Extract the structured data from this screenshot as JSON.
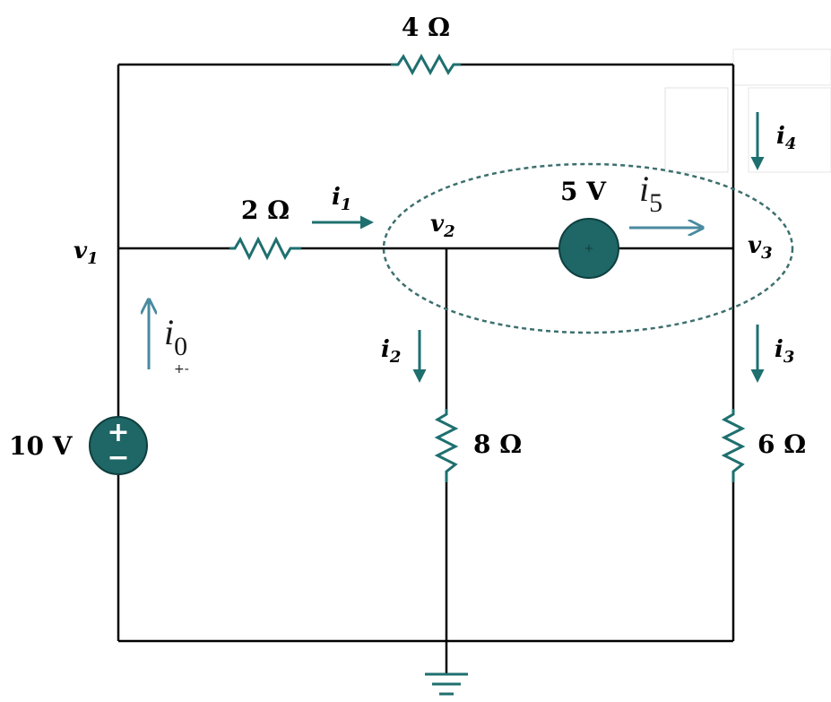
{
  "colors": {
    "source_fill": "#1f6666",
    "resistor": "#1f6f6f",
    "arrow": "#1f6f6f",
    "arrow_light": "#4a8aa0",
    "supernode": "#3d6f6f"
  },
  "resistors": {
    "r_top": "4 Ω",
    "r_left": "2 Ω",
    "r_mid": "8 Ω",
    "r_right": "6 Ω"
  },
  "sources": {
    "v_left": "10 V",
    "v_left_plus": "+",
    "v_left_minus": "−",
    "v_mid": "5 V"
  },
  "nodes": {
    "n1": {
      "base": "v",
      "sub": "1"
    },
    "n2": {
      "base": "v",
      "sub": "2"
    },
    "n3": {
      "base": "v",
      "sub": "3"
    }
  },
  "currents": {
    "i0": {
      "base": "i",
      "sub": "0",
      "mark": "+-"
    },
    "i1": {
      "base": "i",
      "sub": "1"
    },
    "i2": {
      "base": "i",
      "sub": "2"
    },
    "i3": {
      "base": "i",
      "sub": "3"
    },
    "i4": {
      "base": "i",
      "sub": "4"
    },
    "i5": {
      "base": "i",
      "sub": "5"
    }
  }
}
